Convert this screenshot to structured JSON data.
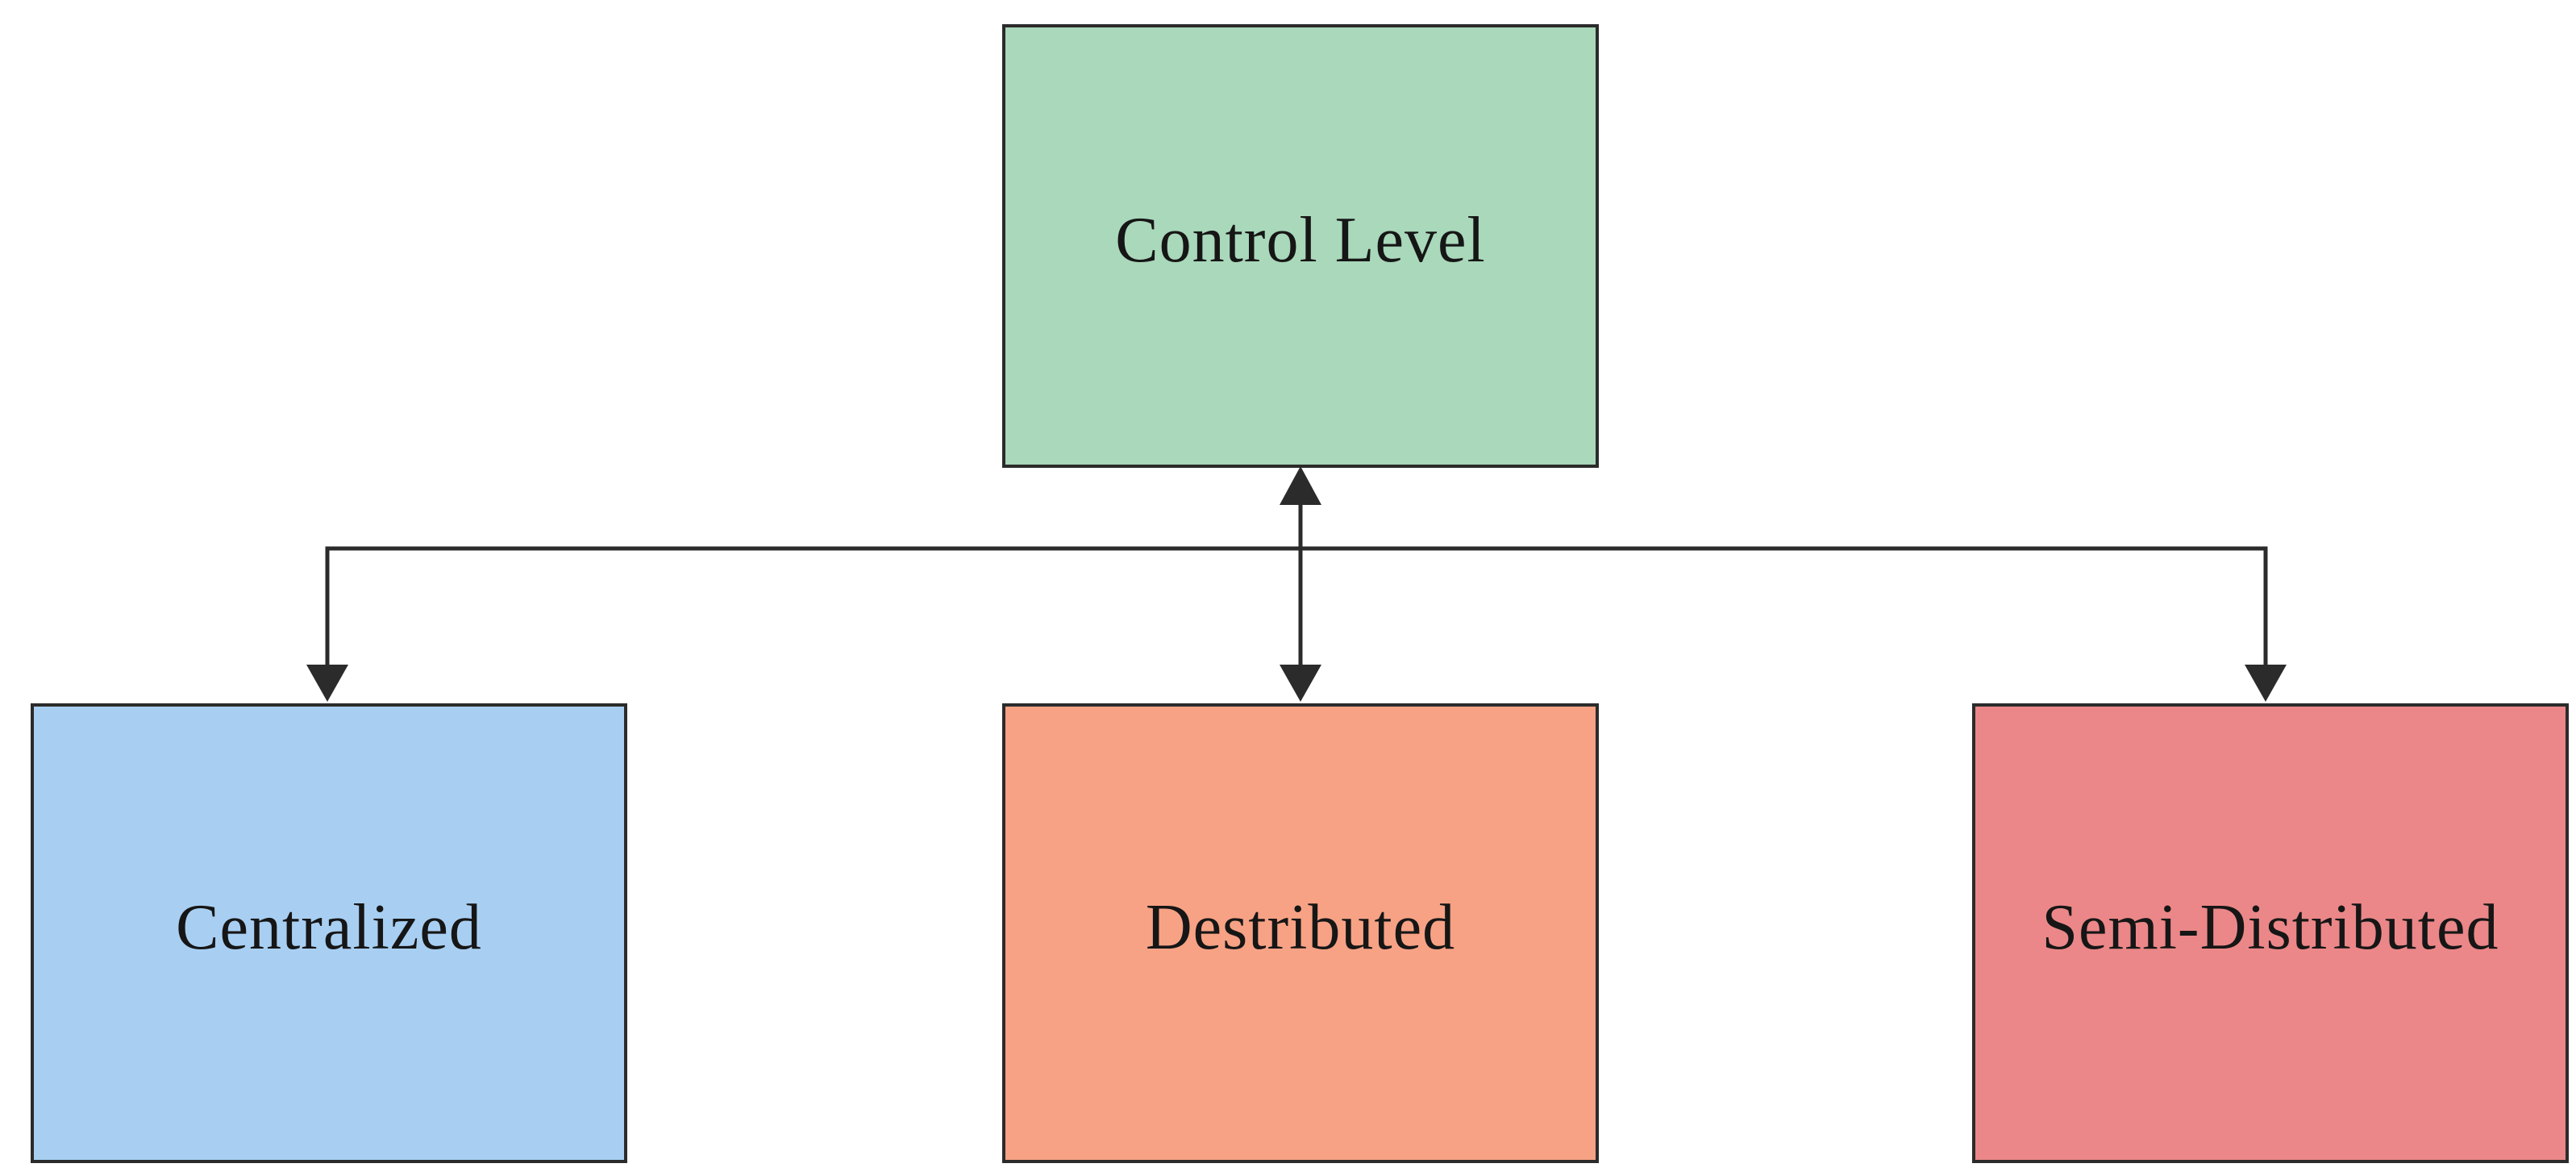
{
  "figure": {
    "type": "flow-diagram",
    "background": "#ffffff",
    "line_color": "#2b2b2b",
    "text_color": "#161616"
  },
  "nodes": {
    "control": {
      "label": "Control Level",
      "fill": "#a9d8ba"
    },
    "centralized": {
      "label": "Centralized",
      "fill": "#a8cff2"
    },
    "destributed": {
      "label": "Destributed",
      "fill": "#f7a285"
    },
    "semi": {
      "label": "Semi-Distributed",
      "fill": "#eb8788"
    }
  },
  "edges": [
    {
      "from": "Control Level",
      "to": "Destributed",
      "arrow": "both"
    },
    {
      "from": "Control Level",
      "to": "Centralized",
      "arrow": "to"
    },
    {
      "from": "Control Level",
      "to": "Semi-Distributed",
      "arrow": "to"
    }
  ]
}
